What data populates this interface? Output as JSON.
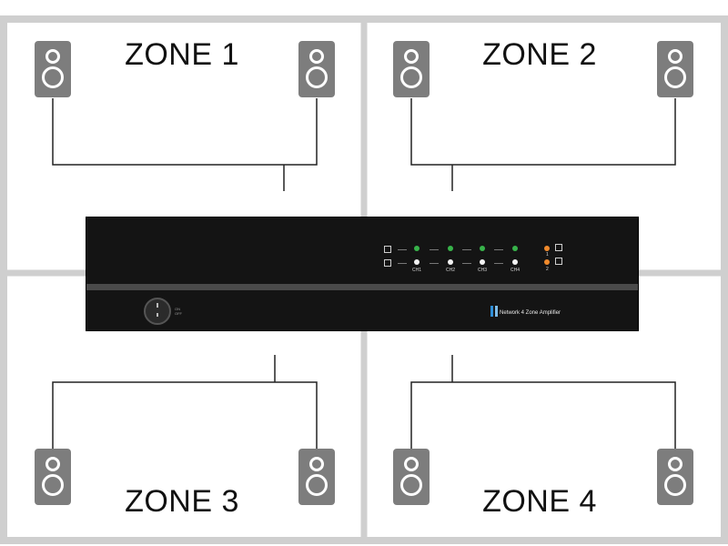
{
  "zones": [
    {
      "label": "ZONE 1"
    },
    {
      "label": "ZONE 2"
    },
    {
      "label": "ZONE 3"
    },
    {
      "label": "ZONE 4"
    }
  ],
  "amplifier": {
    "model_text": "Network 4 Zone Amplifier",
    "channels": [
      "CH1",
      "CH2",
      "CH3",
      "CH4"
    ],
    "zone_indicators": [
      "1",
      "2"
    ],
    "power_marks": {
      "top": "I",
      "bottom": "O"
    },
    "power_text": [
      "ON",
      "OFF"
    ]
  },
  "colors": {
    "room_walls": "#cfcfcf",
    "speaker": "#7d7d7d",
    "amp_body": "#141414",
    "led_green": "#37b34a",
    "led_white": "#f2f2f2",
    "led_orange": "#f08a2c",
    "logo_blue": "#2f8fd8"
  },
  "icons": [
    "speaker-icon",
    "play-icon",
    "input-select-icon",
    "power-knob-icon",
    "amplifier-logo-icon"
  ]
}
